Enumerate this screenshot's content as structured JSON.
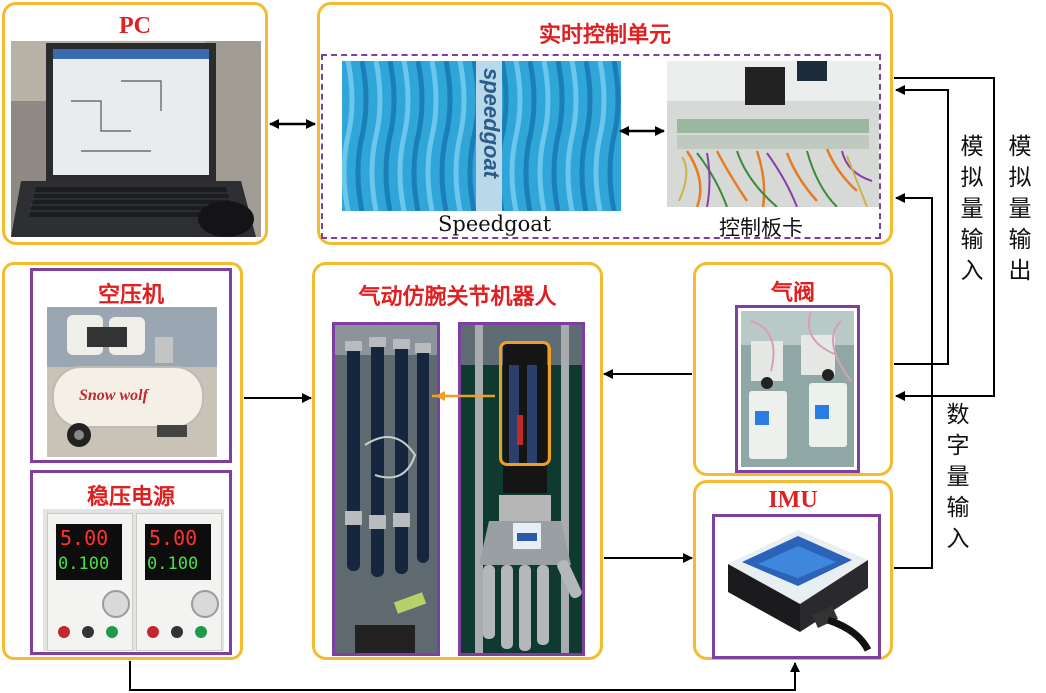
{
  "pc": {
    "title": "PC"
  },
  "realtime": {
    "title": "实时控制单元",
    "speedgoat_brand": "speedgoat",
    "speedgoat_caption": "Speedgoat",
    "board_caption": "控制板卡"
  },
  "compressor": {
    "title": "空压机",
    "brand": "Snow wolf"
  },
  "power_supply": {
    "title": "稳压电源",
    "unit1": {
      "voltage": "5.00",
      "current": "0.100"
    },
    "unit2": {
      "voltage": "5.00",
      "current": "0.100"
    }
  },
  "robot": {
    "title": "气动仿腕关节机器人"
  },
  "valve": {
    "title": "气阀"
  },
  "imu": {
    "title": "IMU"
  },
  "signals": {
    "analog_in": "模拟量输入",
    "analog_out": "模拟量输出",
    "digital_in": "数字量输入"
  },
  "colors": {
    "box_border": "#f2bc2e",
    "frame_border": "#7e3fa1",
    "title_red": "#e02020",
    "highlight_orange": "#f0a020"
  }
}
